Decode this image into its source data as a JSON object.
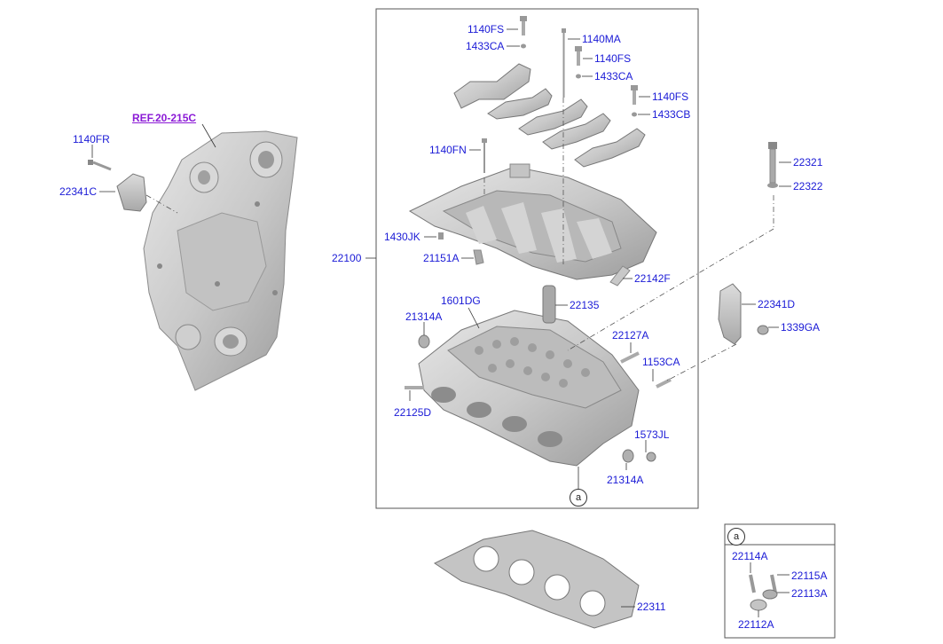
{
  "reference": "REF.20-215C",
  "callout_tag": "a",
  "parts": {
    "p1140FR": "1140FR",
    "p22341C": "22341C",
    "p1140FS_a": "1140FS",
    "p1433CA_a": "1433CA",
    "p1140MA": "1140MA",
    "p1140FS_b": "1140FS",
    "p1433CA_b": "1433CA",
    "p1140FS_c": "1140FS",
    "p1433CB": "1433CB",
    "p1140FN": "1140FN",
    "p22321": "22321",
    "p22322": "22322",
    "p1430JK": "1430JK",
    "p22100": "22100",
    "p21151A": "21151A",
    "p22142F": "22142F",
    "p1601DG": "1601DG",
    "p22135": "22135",
    "p22341D": "22341D",
    "p21314A_a": "21314A",
    "p1339GA": "1339GA",
    "p22127A": "22127A",
    "p1153CA": "1153CA",
    "p22125D": "22125D",
    "p1573JL": "1573JL",
    "p21314A_b": "21314A",
    "p22311": "22311",
    "p22114A": "22114A",
    "p22115A": "22115A",
    "p22113A": "22113A",
    "p22112A": "22112A"
  }
}
